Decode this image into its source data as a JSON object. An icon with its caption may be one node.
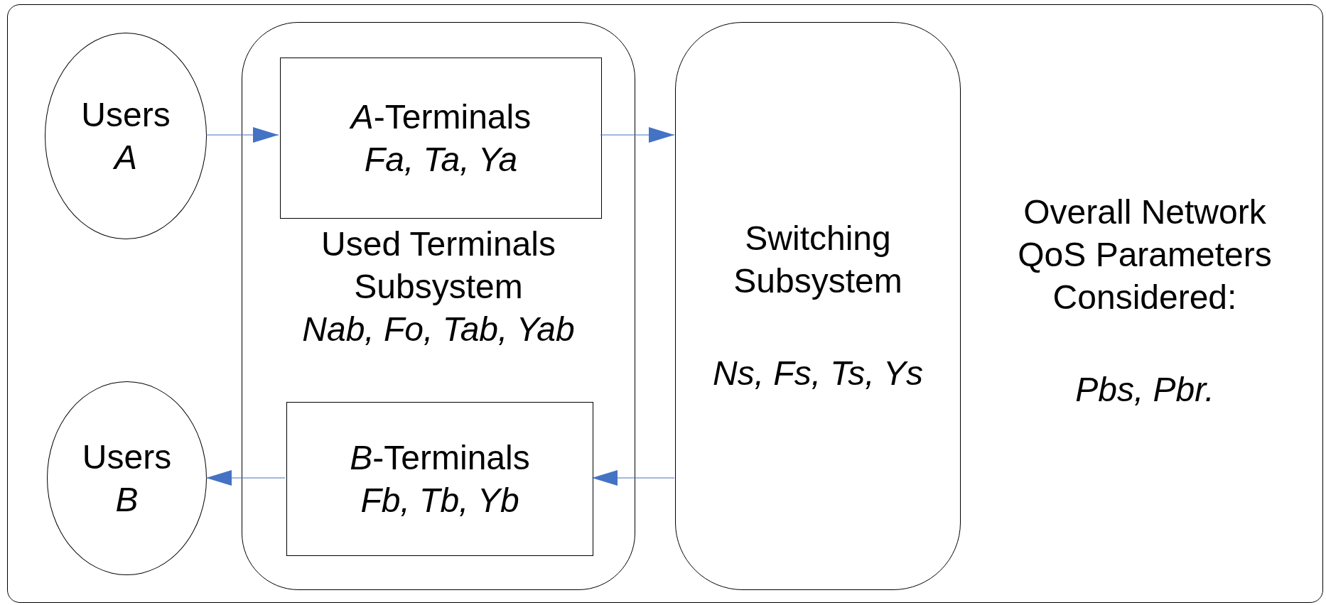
{
  "diagram": {
    "nodes": [
      {
        "text": [
          "Overall Network QoS Parameters Considered:",
          "Pbs, Pbr."
        ]
      },
      {
        "text": [
          "Users",
          "A"
        ],
        "in": 0
      },
      {
        "text": [
          "Used Terminals Subsystem",
          "Nab, Fo, Tab, Yab"
        ],
        "in": 0
      },
      {
        "text": [
          "*A*-Terminals",
          "Fa, Ta, Ya"
        ],
        "in": 2
      },
      {
        "text": [
          "*B*-Terminals",
          "Fb, Tb, Yb"
        ],
        "in": 2
      },
      {
        "text": [
          "Switching Subsystem",
          "Ns, Fs, Ts, Ys"
        ],
        "in": 0
      },
      {
        "text": [
          "Users",
          "B"
        ],
        "in": 0
      }
    ],
    "edges": [
      {
        "from": 1,
        "to": 3,
        "arrow": "to"
      },
      {
        "from": 3,
        "to": 5,
        "arrow": "to"
      },
      {
        "from": 5,
        "to": 4,
        "arrow": "to"
      },
      {
        "from": 4,
        "to": 6,
        "arrow": "to"
      }
    ]
  }
}
